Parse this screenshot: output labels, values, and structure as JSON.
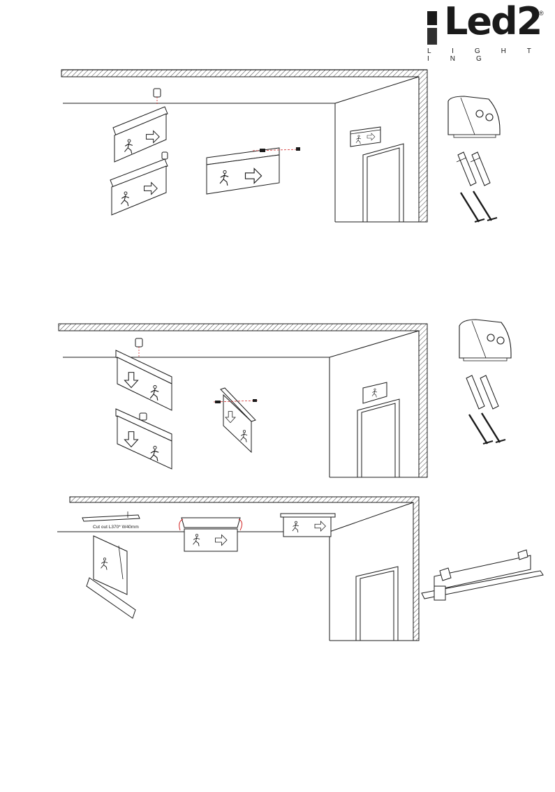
{
  "brand": {
    "name": "Led2",
    "registered": "®",
    "tagline": "L I G H T I N G"
  },
  "panels": [
    {
      "id": "ceiling-mount",
      "mount": "surface ceiling",
      "accessories": [
        "mounting-bracket",
        "wall-plugs",
        "screws"
      ]
    },
    {
      "id": "wall-mount",
      "mount": "surface wall",
      "accessories": [
        "mounting-bracket",
        "wall-plugs",
        "screws"
      ]
    },
    {
      "id": "recessed-mount",
      "mount": "recessed ceiling"
    }
  ],
  "recessed": {
    "cutout_label": "Cut out L370* W40mm"
  },
  "colors": {
    "line": "#1a1a1a",
    "dash": "#d42a2a",
    "hatch": "#444444"
  }
}
